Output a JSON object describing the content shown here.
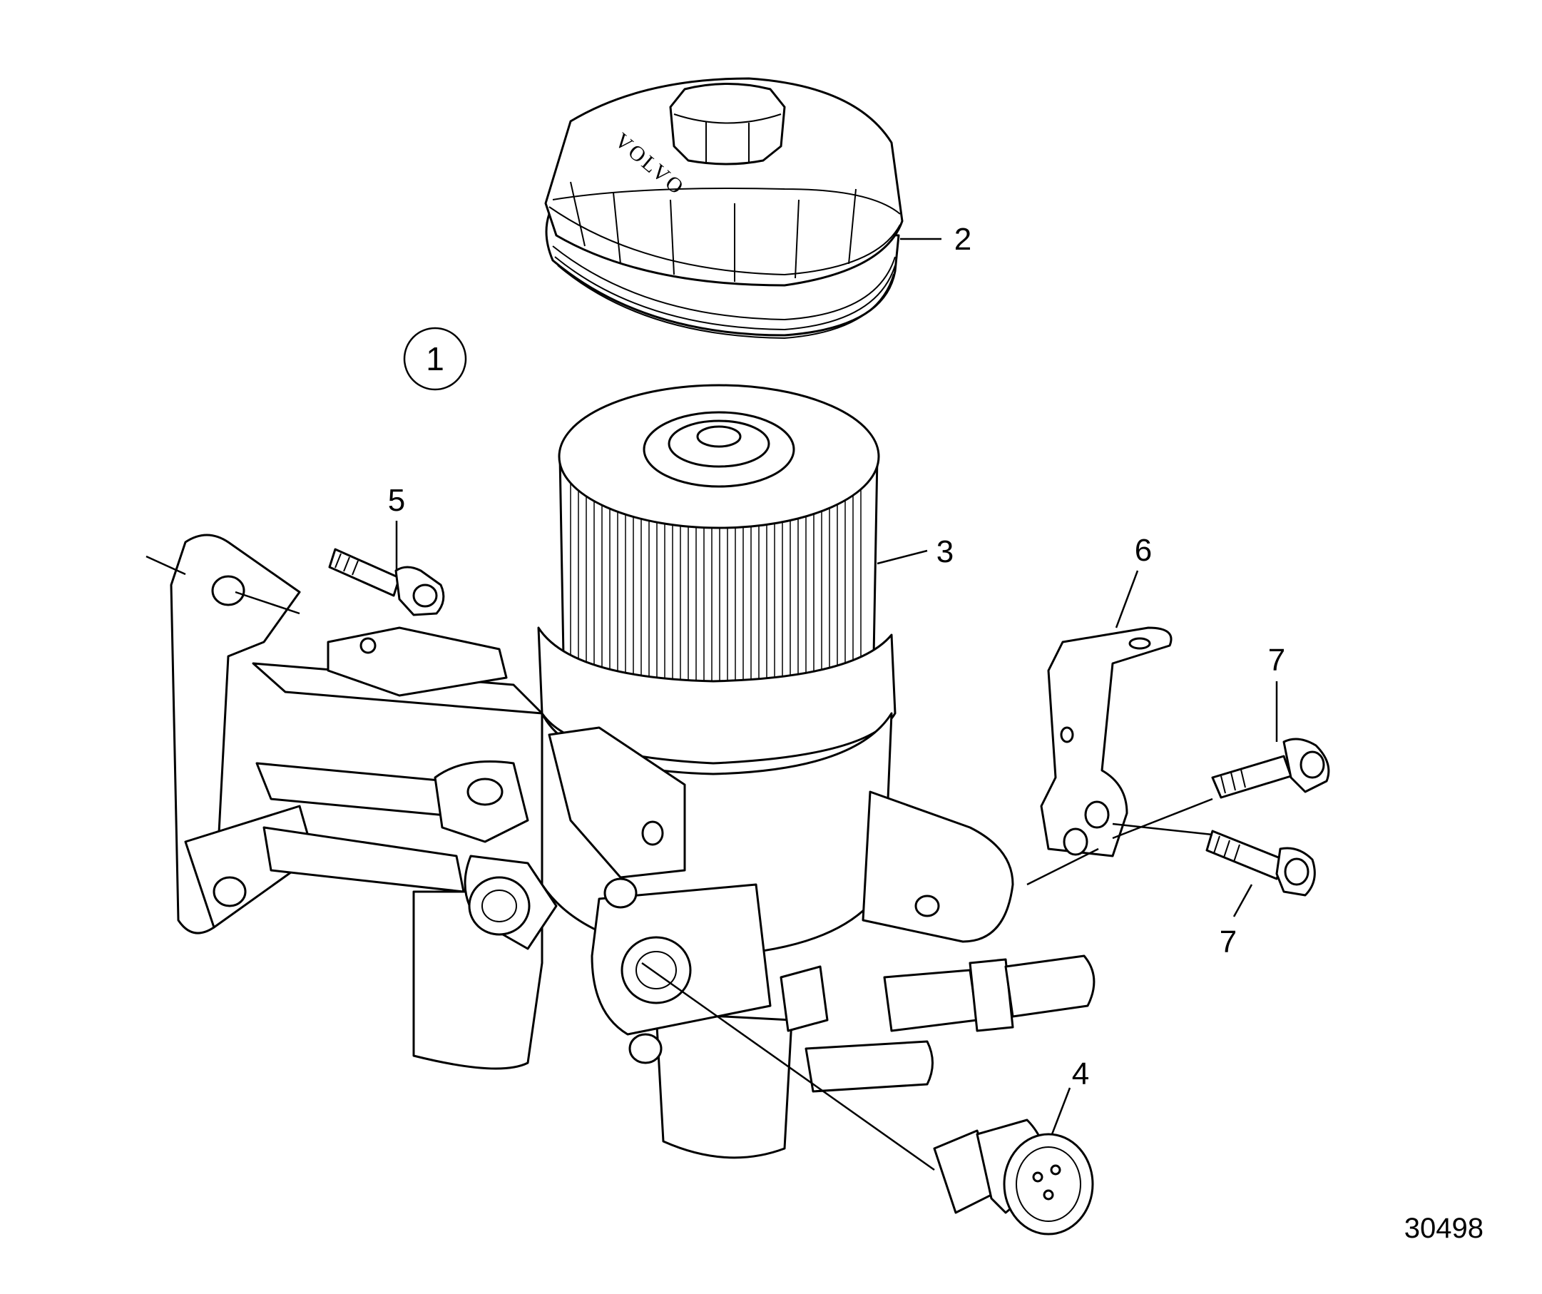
{
  "diagram": {
    "callouts": [
      {
        "id": "2",
        "label": "2"
      },
      {
        "id": "3",
        "label": "3"
      },
      {
        "id": "4",
        "label": "4"
      },
      {
        "id": "5",
        "label": "5"
      },
      {
        "id": "6",
        "label": "6"
      },
      {
        "id": "7a",
        "label": "7"
      },
      {
        "id": "7b",
        "label": "7"
      }
    ],
    "assembly_number": "1",
    "figure_number": "30498",
    "cap_brand_text": "VOLVO"
  }
}
